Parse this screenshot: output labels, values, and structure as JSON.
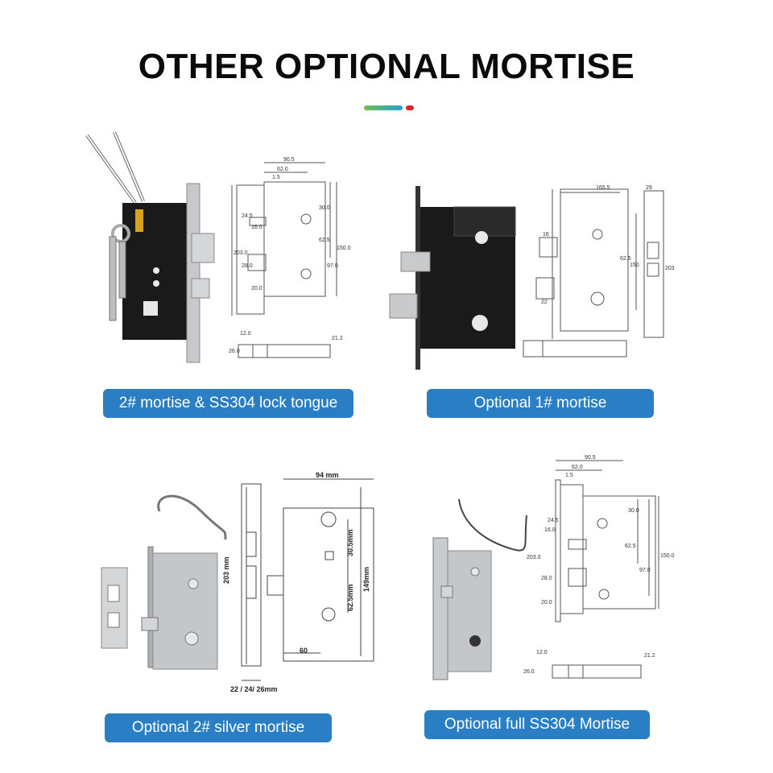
{
  "page": {
    "title": "OTHER OPTIONAL MORTISE"
  },
  "colors": {
    "label_bg": "#2a7fc4",
    "accent_green": "#6cc04a",
    "accent_blue": "#2a9fd6",
    "accent_red": "#e02424",
    "lock_black": "#1a1a1a",
    "steel": "#b9bcbf"
  },
  "panels": [
    {
      "label": "2# mortise & SS304 lock tongue",
      "dims": {
        "d1": "90.5",
        "d2": "62.0",
        "d3": "1.5",
        "d4": "24.5",
        "d5": "16.0",
        "d6": "203.0",
        "d7": "28.0",
        "d8": "20.0",
        "d9": "30.0",
        "d10": "62.5",
        "d11": "97.0",
        "d12": "150.0",
        "d13": "12.0",
        "d14": "26.0",
        "d15": "21.2"
      }
    },
    {
      "label": "Optional 1# mortise",
      "dims": {
        "d1": "165.5",
        "d2": "29",
        "d3": "16",
        "d4": "62.5",
        "d5": "150",
        "d6": "203",
        "d7": "22"
      }
    },
    {
      "label": "Optional 2# silver mortise",
      "dims": {
        "width": "94 mm",
        "height": "203 mm",
        "d1": "30.5mm",
        "d2": "62.5mm",
        "d3": "149mm",
        "d4": "60",
        "faceplate": "22 / 24/ 26mm"
      }
    },
    {
      "label": "Optional full SS304 Mortise",
      "dims": {
        "d1": "90.5",
        "d2": "62.0",
        "d3": "1.5",
        "d4": "24.5",
        "d5": "16.0",
        "d6": "203.0",
        "d7": "28.0",
        "d8": "20.0",
        "d9": "30.0",
        "d10": "62.5",
        "d11": "97.0",
        "d12": "150.0",
        "d13": "12.0",
        "d14": "26.0",
        "d15": "21.2"
      }
    }
  ]
}
